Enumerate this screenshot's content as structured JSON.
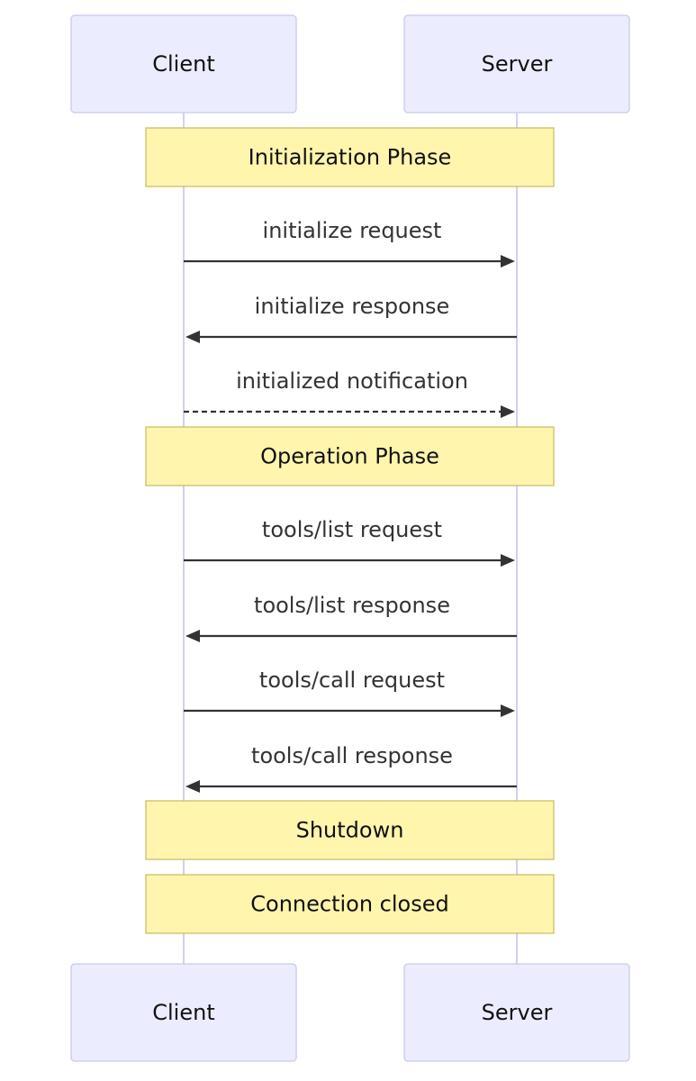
{
  "participants": [
    {
      "id": "client",
      "label": "Client"
    },
    {
      "id": "server",
      "label": "Server"
    }
  ],
  "sequence": [
    {
      "kind": "note",
      "text": "Initialization Phase"
    },
    {
      "kind": "message",
      "from": "client",
      "to": "server",
      "style": "solid",
      "text": "initialize request"
    },
    {
      "kind": "message",
      "from": "server",
      "to": "client",
      "style": "solid",
      "text": "initialize response"
    },
    {
      "kind": "message",
      "from": "client",
      "to": "server",
      "style": "dashed",
      "text": "initialized notification"
    },
    {
      "kind": "note",
      "text": "Operation Phase"
    },
    {
      "kind": "message",
      "from": "client",
      "to": "server",
      "style": "solid",
      "text": "tools/list request"
    },
    {
      "kind": "message",
      "from": "server",
      "to": "client",
      "style": "solid",
      "text": "tools/list response"
    },
    {
      "kind": "message",
      "from": "client",
      "to": "server",
      "style": "solid",
      "text": "tools/call request"
    },
    {
      "kind": "message",
      "from": "server",
      "to": "client",
      "style": "solid",
      "text": "tools/call response"
    },
    {
      "kind": "note",
      "text": "Shutdown"
    },
    {
      "kind": "note",
      "text": "Connection closed"
    }
  ],
  "colors": {
    "actor_fill": "#ECECFF",
    "actor_border": "#C9C9EE",
    "lifeline": "#D3D0F0",
    "note_fill": "#FFF5AD",
    "note_border": "#C8BF6A",
    "arrow": "#333333"
  }
}
